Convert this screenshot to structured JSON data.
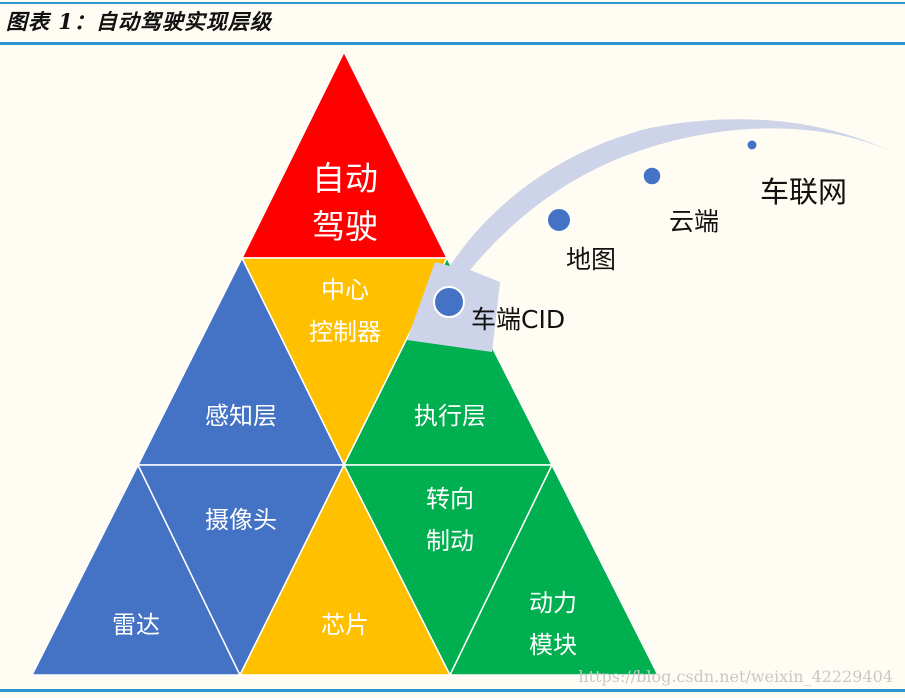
{
  "header": {
    "title": "图表 1：自动驾驶实现层级"
  },
  "pyramid": {
    "top": {
      "line1": "自动",
      "line2": "驾驶",
      "color": "#ff0000"
    },
    "center": {
      "line1": "中心",
      "line2": "控制器",
      "color": "#ffc000"
    },
    "perception": {
      "label": "感知层",
      "color": "#4472c4"
    },
    "execution": {
      "label": "执行层",
      "color": "#00b050"
    },
    "camera": {
      "label": "摄像头"
    },
    "radar": {
      "label": "雷达"
    },
    "chip": {
      "label": "芯片"
    },
    "steering": {
      "line1": "转向",
      "line2": "制动"
    },
    "power": {
      "line1": "动力",
      "line2": "模块"
    }
  },
  "connectivity": {
    "vehicle": "车联网",
    "cloud": "云端",
    "map": "地图",
    "cid": "车端CID",
    "arrow_color": "#cdd4ea",
    "dot_color": "#4472c4"
  },
  "watermark": "https://blog.csdn.net/weixin_42229404"
}
